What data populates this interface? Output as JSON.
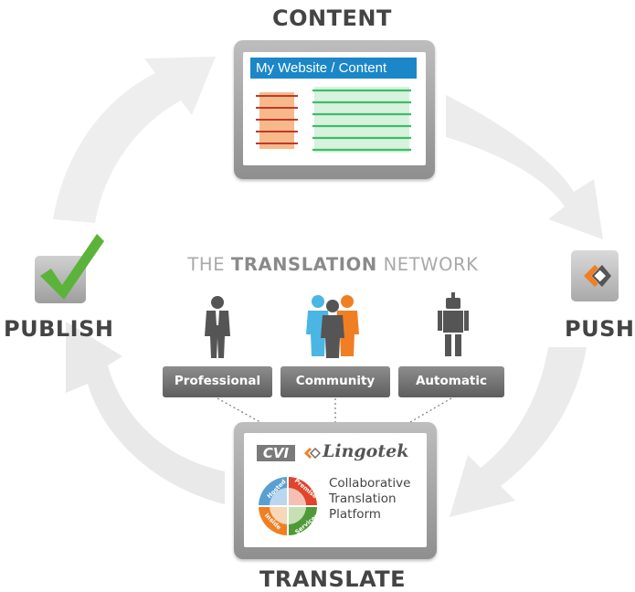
{
  "stages": {
    "content": "CONTENT",
    "push": "PUSH",
    "translate": "TRANSLATE",
    "publish": "PUBLISH"
  },
  "website": {
    "title": "My Website / Content"
  },
  "network": {
    "title_prefix": "THE ",
    "title_bold": "TRANSLATION",
    "title_suffix": " NETWORK",
    "channels": [
      {
        "label": "Professional",
        "icon": "professional-person-icon"
      },
      {
        "label": "Community",
        "icon": "community-people-icon"
      },
      {
        "label": "Automatic",
        "icon": "robot-icon"
      }
    ]
  },
  "platform": {
    "cvi": "CVI",
    "brand": "Lingotek",
    "lines": [
      "Collaborative",
      "Translation",
      "Platform"
    ],
    "wheel_segments": [
      "Hosted",
      "Premise",
      "Services",
      "Inside"
    ]
  },
  "colors": {
    "stage_text": "#444444",
    "header_blue": "#1b87c8",
    "orange": "#f07f23",
    "green_check": "#5cb33b",
    "community_blue": "#4bb6e3",
    "pill_gray": "#6f6f6f"
  }
}
